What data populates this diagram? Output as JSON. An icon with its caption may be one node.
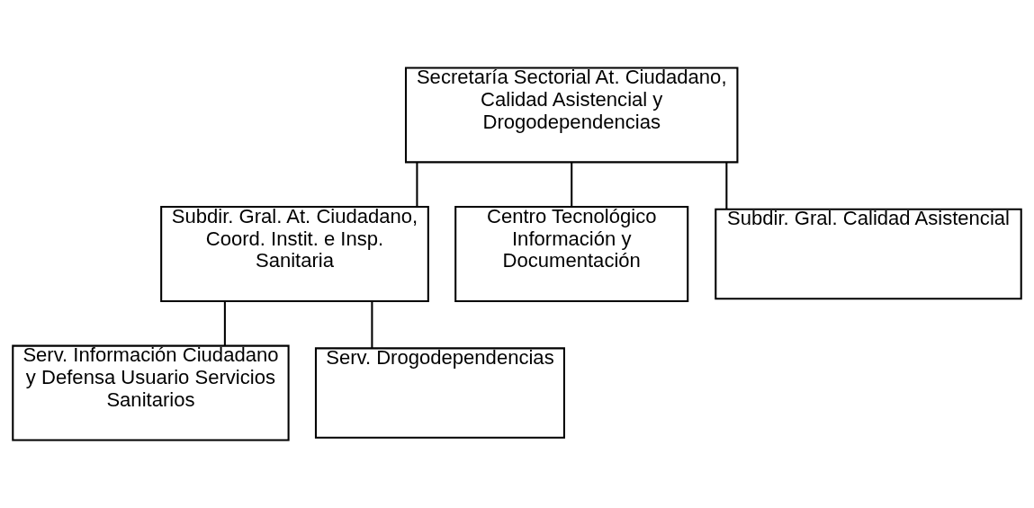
{
  "diagram": {
    "nodes": [
      {
        "text": [
          "Secretaría Sectorial At. Ciudadano, Calidad Asistencial y Drogodependencias"
        ]
      },
      {
        "text": [
          "Subdir. Gral. At. Ciudadano, Coord. Instit. e Insp. Sanitaria"
        ]
      },
      {
        "text": [
          "Centro Tecnológico Información y Documentación"
        ]
      },
      {
        "text": [
          "Subdir. Gral. Calidad Asistencial"
        ]
      },
      {
        "text": [
          "Serv. Información Ciudadano y Defensa Usuario Servicios Sanitarios"
        ]
      },
      {
        "text": [
          "Serv. Drogodependencias"
        ]
      }
    ],
    "edges": [
      {
        "from": 0,
        "to": 1,
        "arrow": "none"
      },
      {
        "from": 0,
        "to": 2,
        "arrow": "none"
      },
      {
        "from": 0,
        "to": 3,
        "arrow": "none"
      },
      {
        "from": 1,
        "to": 4,
        "arrow": "none"
      },
      {
        "from": 1,
        "to": 5,
        "arrow": "none"
      }
    ]
  }
}
